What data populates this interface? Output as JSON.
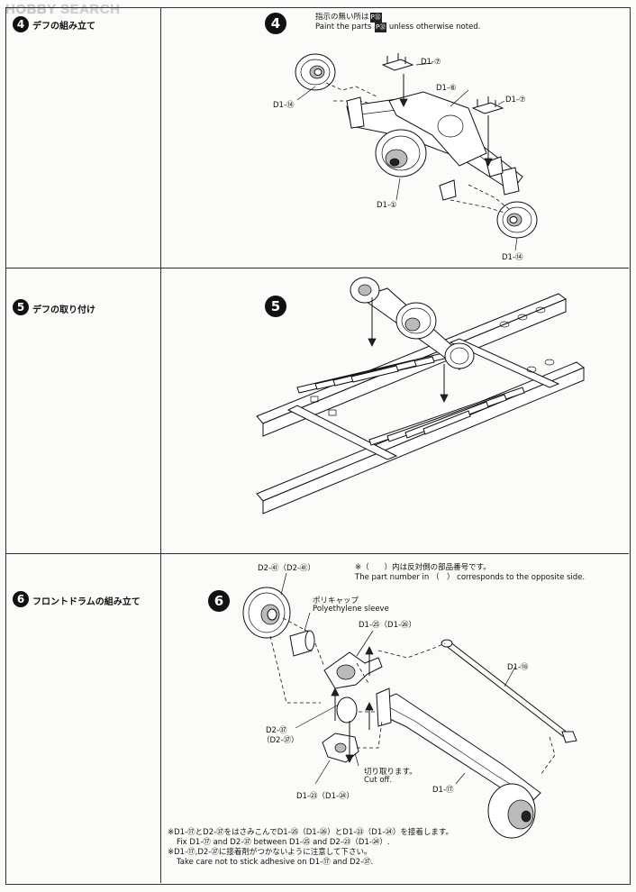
{
  "watermark": {
    "brand_left": "HOBBY",
    "brand_right": "SEARCH"
  },
  "steps": [
    {
      "number": "4",
      "title": "デフの組み立て"
    },
    {
      "number": "5",
      "title": "デフの取り付け"
    },
    {
      "number": "6",
      "title": "フロントドラムの組み立て"
    }
  ],
  "step4": {
    "note_jp": "指示の無い所は",
    "note_en_prefix": "Paint the parts",
    "note_en_suffix": "unless otherwise noted.",
    "paint_code": "P",
    "paint_num": "㉜",
    "parts": {
      "d1_7_top": "D1-⑦",
      "d1_6": "D1-⑥",
      "d1_7_right": "D1-⑦",
      "d1_14_left": "D1-⑭",
      "d1_1": "D1-①",
      "d1_14_bottom": "D1-⑭"
    }
  },
  "step6": {
    "note_jp": "※（　　）内は反対側の部品番号です。",
    "note_en": "The part number in （　） corresponds to the opposite side.",
    "parts": {
      "d2_41": "D2-㊶（D2-㊶）",
      "poly_jp": "ポリキャップ",
      "poly_en": "Polyethylene sleeve",
      "d1_25": "D1-㉕（D1-㉖）",
      "d1_18": "D1-⑱",
      "d2_37_a": "D2-㊲",
      "d2_37_b": "（D2-㊲）",
      "cut_jp": "切り取ります。",
      "cut_en": "Cut off.",
      "d1_23": "D1-㉓（D1-㉔）",
      "d1_17": "D1-⑰"
    },
    "footnotes": [
      "※D1-⑰とD2-㊲をはさみこんでD1-㉕（D1-㉖）とD1-㉓（D1-㉔）を接着します。",
      "Fix D1-⑰ and D2-㊲ between D1-㉕ and D2-㉓（D1-㉔）.",
      "※D1-⑰,D2-㊲に接着剤がつかないように注意して下さい。",
      "Take care not to stick adhesive on D1-⑰ and D2-㊲."
    ]
  }
}
